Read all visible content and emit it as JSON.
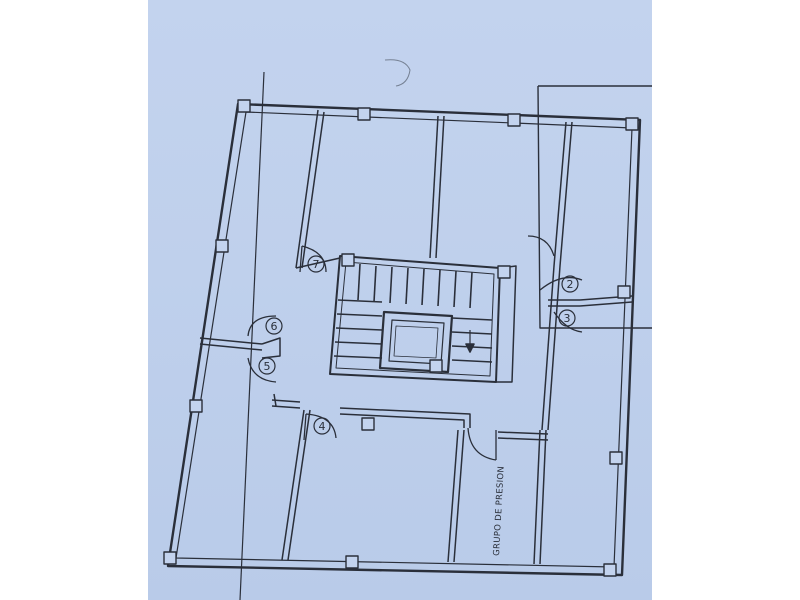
{
  "plan": {
    "doors": [
      {
        "number": "2"
      },
      {
        "number": "3"
      },
      {
        "number": "4"
      },
      {
        "number": "5"
      },
      {
        "number": "6"
      },
      {
        "number": "7"
      }
    ],
    "room_labels": {
      "pressure_group": "GRUPO DE PRESION"
    },
    "colors": {
      "paper": "#bfd0ec",
      "ink": "#2a2f3a",
      "background": "#ffffff"
    }
  }
}
